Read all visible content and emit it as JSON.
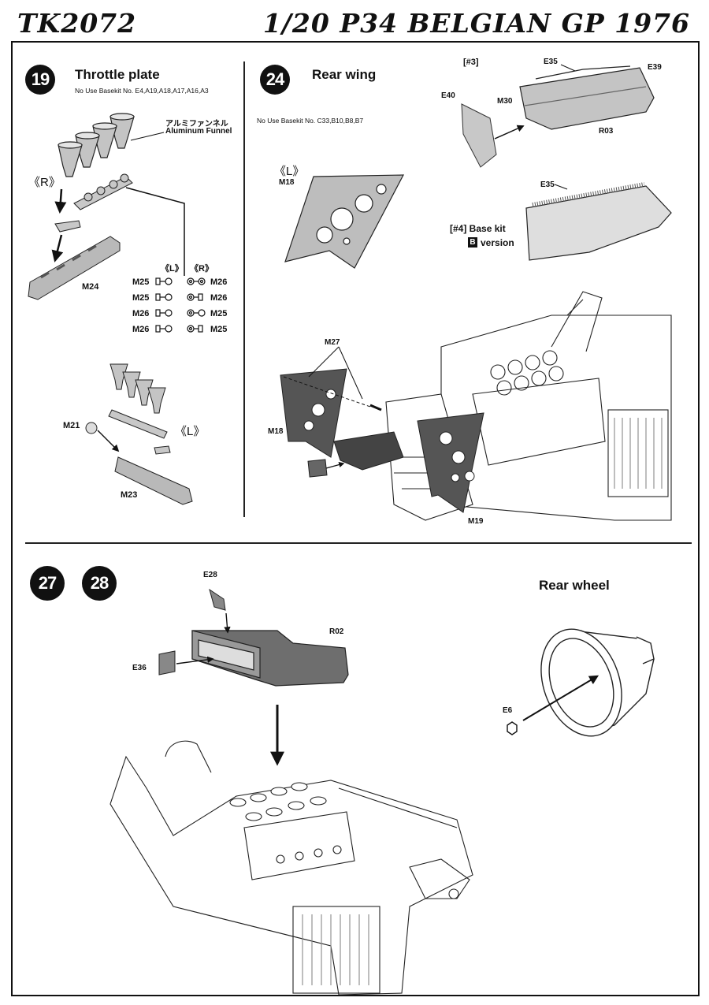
{
  "header": {
    "code": "TK2072",
    "title": "1/20 P34 BELGIAN GP 1976"
  },
  "step19": {
    "number": "19",
    "title": "Throttle plate",
    "note": "No Use Basekit No. E4,A19,A18,A17,A16,A3",
    "funnel_jp": "アルミファンネル",
    "funnel_en": "Aluminum Funnel",
    "side_r": "《R》",
    "side_l": "《L》",
    "col_l": "《L》",
    "col_r": "《R》",
    "rows": [
      {
        "left": "M25",
        "right": "M26"
      },
      {
        "left": "M25",
        "right": "M26"
      },
      {
        "left": "M26",
        "right": "M25"
      },
      {
        "left": "M26",
        "right": "M25"
      }
    ],
    "parts": {
      "m24": "M24",
      "m21": "M21",
      "m23": "M23"
    }
  },
  "step24": {
    "number": "24",
    "title": "Rear wing",
    "note": "No Use Basekit No. C33,B10,B8,B7",
    "variant3": "[#3]",
    "variant4": "[#4] Base kit",
    "version_badge": "B",
    "version_text": "version",
    "side_l": "《L》",
    "parts": {
      "e35": "E35",
      "e39": "E39",
      "e40": "E40",
      "m30": "M30",
      "r03": "R03",
      "e35b": "E35",
      "m18": "M18",
      "m27": "M27",
      "m18b": "M18",
      "m19": "M19"
    }
  },
  "step27": {
    "numbers": [
      "27",
      "28"
    ],
    "parts": {
      "e28": "E28",
      "r02": "R02",
      "e36": "E36"
    },
    "rear_wheel": {
      "title": "Rear wheel",
      "part": "E6"
    }
  },
  "colors": {
    "ink": "#111111",
    "part_gray": "#bdbdbd",
    "dark_part": "#555555"
  }
}
